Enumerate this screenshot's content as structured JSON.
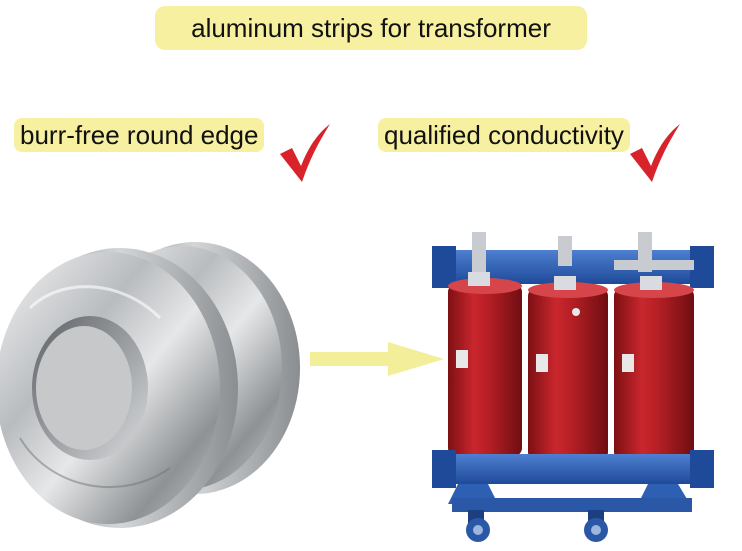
{
  "title": "aluminum strips for transformer",
  "features": [
    {
      "label": "burr-free round edge",
      "icon": "checkmark-icon"
    },
    {
      "label": "qualified conductivity",
      "icon": "checkmark-icon"
    }
  ],
  "colors": {
    "label_bg": "#f6f0a0",
    "check": "#d8232b",
    "arrow": "#f3ee9a",
    "coil_red": "#b81f24",
    "frame_blue": "#2d5fb3"
  }
}
